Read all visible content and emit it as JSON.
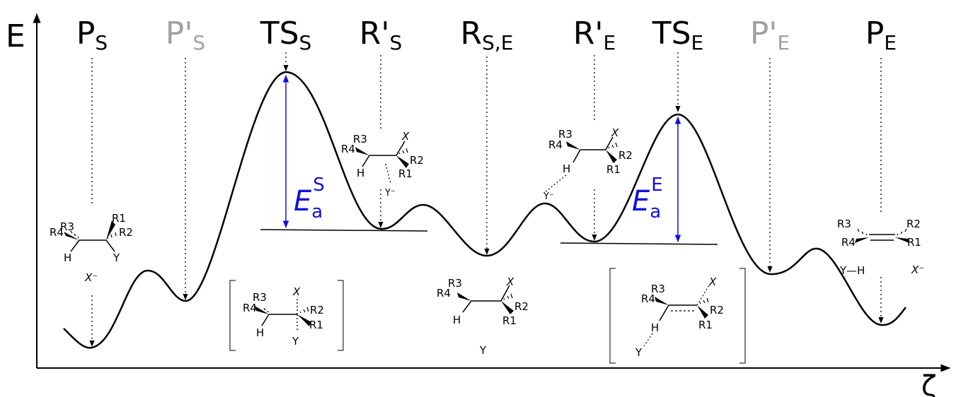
{
  "axes": {
    "y_label": "E",
    "x_label": "ζ"
  },
  "states": [
    {
      "id": "PS",
      "base": "P",
      "sub": "S",
      "prime": false,
      "faded": false
    },
    {
      "id": "PpS",
      "base": "P",
      "sub": "S",
      "prime": true,
      "faded": true
    },
    {
      "id": "TSS",
      "base": "TS",
      "sub": "S",
      "prime": false,
      "faded": false
    },
    {
      "id": "RpS",
      "base": "R",
      "sub": "S",
      "prime": true,
      "faded": false
    },
    {
      "id": "RSE",
      "base": "R",
      "sub": "S,E",
      "prime": false,
      "faded": false
    },
    {
      "id": "RpE",
      "base": "R",
      "sub": "E",
      "prime": true,
      "faded": false
    },
    {
      "id": "TSE",
      "base": "TS",
      "sub": "E",
      "prime": false,
      "faded": false
    },
    {
      "id": "PpE",
      "base": "P",
      "sub": "E",
      "prime": true,
      "faded": true
    },
    {
      "id": "PE",
      "base": "P",
      "sub": "E",
      "prime": false,
      "faded": false
    }
  ],
  "barriers": {
    "S": {
      "symbol": "E",
      "sub": "a",
      "sup": "S"
    },
    "E": {
      "symbol": "E",
      "sub": "a",
      "sup": "E"
    }
  },
  "molecules": {
    "ps": {
      "r1": "R1",
      "r2": "R2",
      "r3": "R3",
      "r4": "R4",
      "h": "H",
      "y": "Y",
      "x": "X⁻"
    },
    "ts_s": {
      "r1": "R1",
      "r2": "R2",
      "r3": "R3",
      "r4": "R4",
      "h": "H",
      "y": "Y",
      "x": "X"
    },
    "rps": {
      "r1": "R1",
      "r2": "R2",
      "r3": "R3",
      "r4": "R4",
      "h": "H",
      "y": "Y⁻",
      "x": "X"
    },
    "rse": {
      "r1": "R1",
      "r2": "R2",
      "r3": "R3",
      "r4": "R4",
      "h": "H",
      "y": "Y",
      "x": "X"
    },
    "rpe": {
      "r1": "R1",
      "r2": "R2",
      "r3": "R3",
      "r4": "R4",
      "h": "H",
      "y": "Y⁻",
      "x": "X"
    },
    "ts_e": {
      "r1": "R1",
      "r2": "R2",
      "r3": "R3",
      "r4": "R4",
      "h": "H",
      "y": "Y",
      "x": "X"
    },
    "pe": {
      "r1": "R1",
      "r2": "R2",
      "r3": "R3",
      "r4": "R4",
      "yh": "Y—H",
      "x": "X⁻"
    }
  },
  "colors": {
    "curve": "#000000",
    "barrier": "#1010e0",
    "faded_label": "#a0a0a0"
  }
}
